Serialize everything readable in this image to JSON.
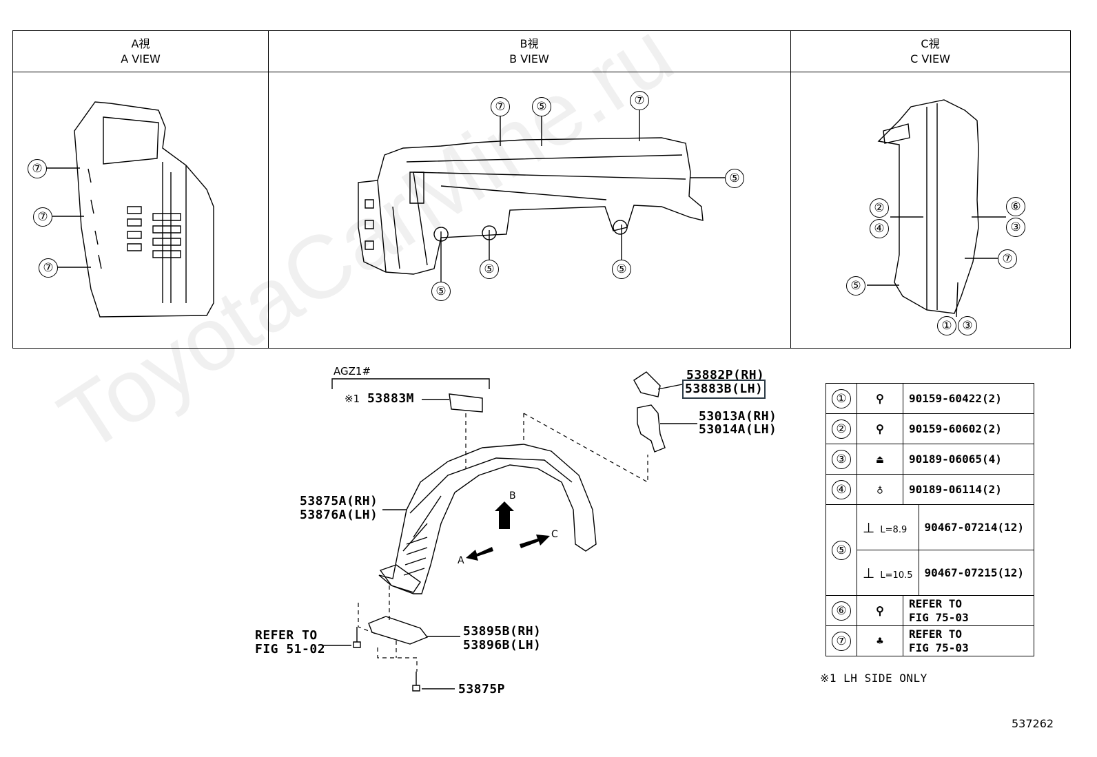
{
  "views": [
    {
      "jp": "A視",
      "en": "A VIEW"
    },
    {
      "jp": "B視",
      "en": "B VIEW"
    },
    {
      "jp": "C視",
      "en": "C VIEW"
    }
  ],
  "callouts": {
    "a": [
      "⑦",
      "⑦",
      "⑦"
    ],
    "b": [
      "⑦",
      "⑤",
      "⑦",
      "⑤",
      "⑤",
      "⑤",
      "⑤"
    ],
    "c": [
      "②",
      "④",
      "⑥",
      "③",
      "⑦",
      "⑤",
      "①",
      "③"
    ]
  },
  "main": {
    "model_label": "AGZ1#",
    "note_mark": "※1",
    "parts": {
      "p53883M": "53883M",
      "p53882P": "53882P(RH)",
      "p53883B": "53883B(LH)",
      "p53013A": "53013A(RH)",
      "p53014A": "53014A(LH)",
      "p53875A": "53875A(RH)",
      "p53876A": "53876A(LH)",
      "p53895B": "53895B(RH)",
      "p53896B": "53896B(LH)",
      "p53875P": "53875P",
      "refer1": "REFER TO",
      "refer2": "FIG 51-02"
    },
    "arrows": {
      "a": "A",
      "b": "B",
      "c": "C"
    }
  },
  "legend": {
    "rows": [
      {
        "num": "①",
        "part": "90159-60422(2)"
      },
      {
        "num": "②",
        "part": "90159-60602(2)"
      },
      {
        "num": "③",
        "part": "90189-06065(4)"
      },
      {
        "num": "④",
        "part": "90189-06114(2)"
      },
      {
        "num": "⑤",
        "l1": "L=8.9",
        "part1": "90467-07214(12)",
        "l2": "L=10.5",
        "part2": "90467-07215(12)"
      },
      {
        "num": "⑥",
        "ref1": "REFER TO",
        "ref2": "FIG 75-03"
      },
      {
        "num": "⑦",
        "ref1": "REFER TO",
        "ref2": "FIG 75-03"
      }
    ],
    "note": "※1 LH SIDE ONLY"
  },
  "figure_number": "537262",
  "watermark": "ToyotaCarMine.ru"
}
